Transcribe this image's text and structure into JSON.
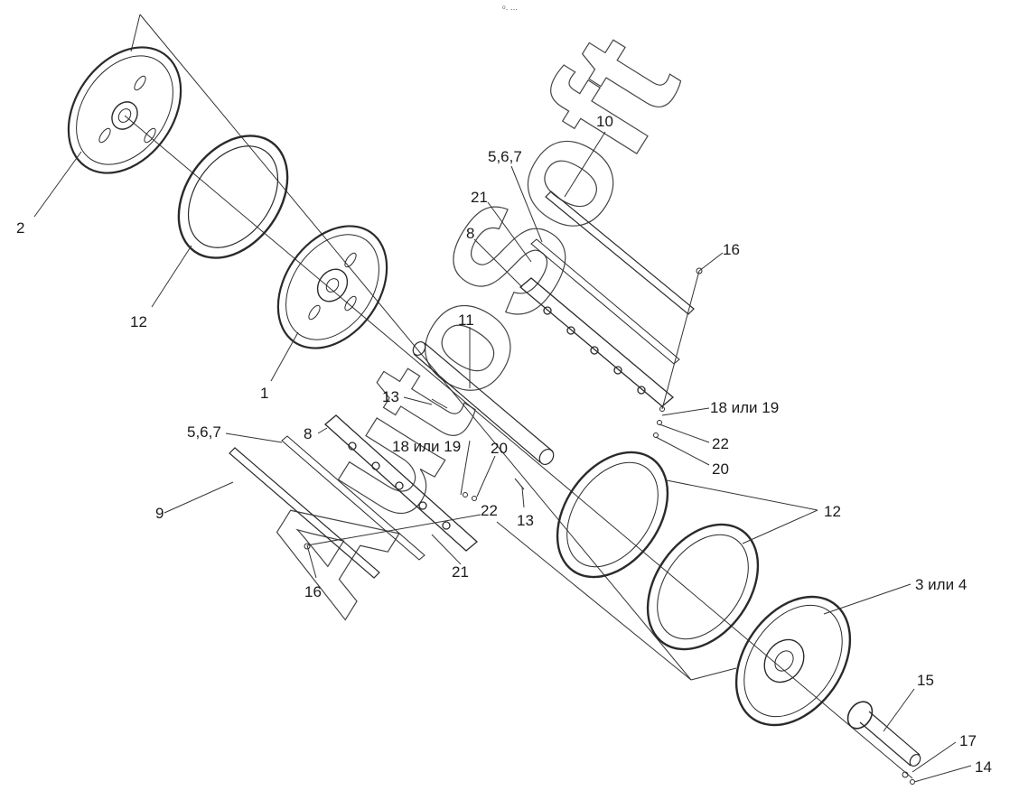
{
  "diagram": {
    "top_marker": "⁰· ∙∙∙",
    "watermark": "AutoSoft",
    "callouts": {
      "c1": "1",
      "c2": "2",
      "c3_4": "3 или 4",
      "c5_6_7_top": "5,6,7",
      "c5_6_7_left": "5,6,7",
      "c8_top": "8",
      "c8_left": "8",
      "c9": "9",
      "c10": "10",
      "c11": "11",
      "c12_left": "12",
      "c12_right": "12",
      "c13_top": "13",
      "c13_bottom": "13",
      "c14": "14",
      "c15": "15",
      "c16_top": "16",
      "c16_bottom": "16",
      "c17": "17",
      "c18_19_right": "18 или 19",
      "c18_19_mid": "18 или 19",
      "c20_right": "20",
      "c20_mid": "20",
      "c21_top": "21",
      "c21_bottom": "21",
      "c22_right": "22",
      "c22_mid": "22"
    }
  }
}
